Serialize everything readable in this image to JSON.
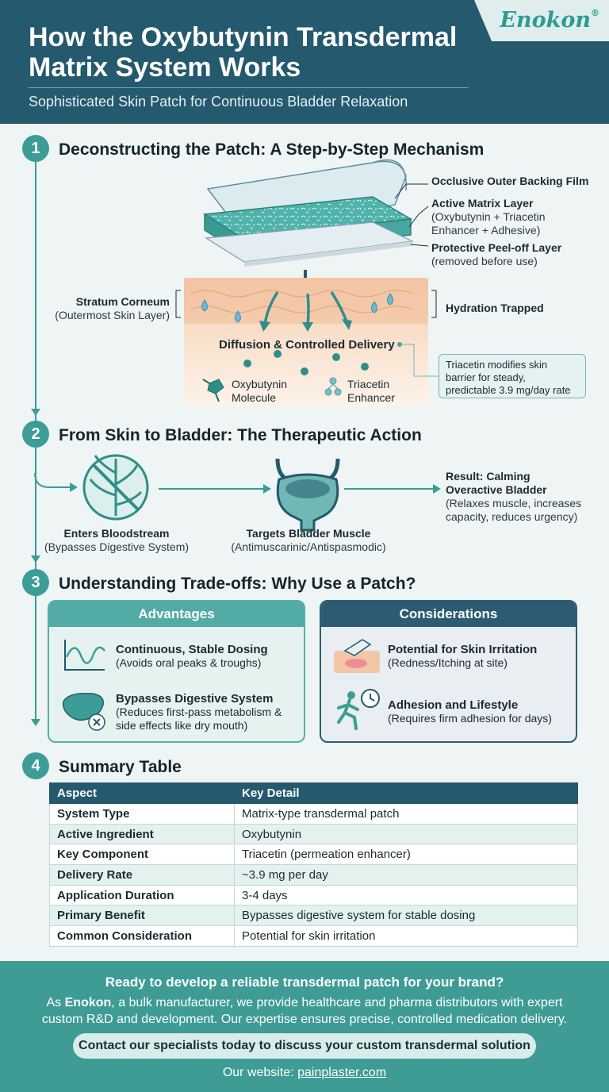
{
  "brand": {
    "name": "Enokon",
    "reg": "®"
  },
  "header": {
    "title": "How the Oxybutynin Transdermal Matrix System Works",
    "subtitle": "Sophisticated Skin Patch for Continuous Bladder Relaxation"
  },
  "sections": [
    {
      "number": "1",
      "title": "Deconstructing the Patch: A Step-by-Step Mechanism"
    },
    {
      "number": "2",
      "title": "From Skin to Bladder: The Therapeutic Action"
    },
    {
      "number": "3",
      "title": "Understanding Trade-offs: Why Use a Patch?"
    },
    {
      "number": "4",
      "title": "Summary Table"
    }
  ],
  "patch": {
    "backing": "Occlusive Outer Backing Film",
    "matrix_title": "Active Matrix Layer",
    "matrix_sub": "(Oxybutynin + Triacetin Enhancer + Adhesive)",
    "peel_title": "Protective Peel-off Layer",
    "peel_sub": "(removed before use)",
    "stratum_title": "Stratum Corneum",
    "stratum_sub": "(Outermost Skin Layer)",
    "hydration": "Hydration Trapped",
    "diffusion": "Diffusion & Controlled Delivery",
    "oxy_label": "Oxybutynin Molecule",
    "tri_label": "Triacetin Enhancer",
    "callout": "Triacetin modifies skin barrier for steady, predictable 3.9 mg/day rate"
  },
  "action": {
    "blood_title": "Enters Bloodstream",
    "blood_sub": "(Bypasses Digestive System)",
    "bladder_title": "Targets Bladder Muscle",
    "bladder_sub": "(Antimuscarinic/Antispasmodic)",
    "result_title": "Result: Calming Overactive Bladder",
    "result_sub": "(Relaxes muscle, increases capacity, reduces urgency)"
  },
  "tradeoffs": {
    "advantages": {
      "heading": "Advantages",
      "items": [
        {
          "icon": "wave-chart-icon",
          "title": "Continuous, Stable Dosing",
          "sub": "(Avoids oral peaks & troughs)"
        },
        {
          "icon": "liver-icon",
          "title": "Bypasses Digestive System",
          "sub": "(Reduces first-pass metabolism & side effects like dry mouth)"
        }
      ]
    },
    "considerations": {
      "heading": "Considerations",
      "items": [
        {
          "icon": "skin-patch-icon",
          "title": "Potential for Skin Irritation",
          "sub": "(Redness/Itching at site)"
        },
        {
          "icon": "running-clock-icon",
          "title": "Adhesion and Lifestyle",
          "sub": "(Requires firm adhesion for days)"
        }
      ]
    }
  },
  "table": {
    "headers": [
      "Aspect",
      "Key Detail"
    ],
    "rows": [
      [
        "System Type",
        "Matrix-type transdermal patch"
      ],
      [
        "Active Ingredient",
        "Oxybutynin"
      ],
      [
        "Key Component",
        "Triacetin (permeation enhancer)"
      ],
      [
        "Delivery Rate",
        "~3.9 mg per day"
      ],
      [
        "Application Duration",
        "3-4 days"
      ],
      [
        "Primary Benefit",
        "Bypasses digestive system for stable dosing"
      ],
      [
        "Common Consideration",
        "Potential for skin irritation"
      ]
    ]
  },
  "footer": {
    "question": "Ready to develop a reliable transdermal patch for your brand?",
    "para_pre": "As ",
    "para_brand": "Enokon",
    "para_post": ", a bulk manufacturer, we provide healthcare and pharma distributors with expert custom R&D and development. Our expertise ensures precise, controlled medication delivery.",
    "cta": "Contact our specialists today to discuss your custom transdermal solution",
    "website_label": "Our website: ",
    "website": "painplaster.com"
  },
  "colors": {
    "navy": "#24596e",
    "teal": "#3b9d96",
    "light": "#eef5f4"
  }
}
